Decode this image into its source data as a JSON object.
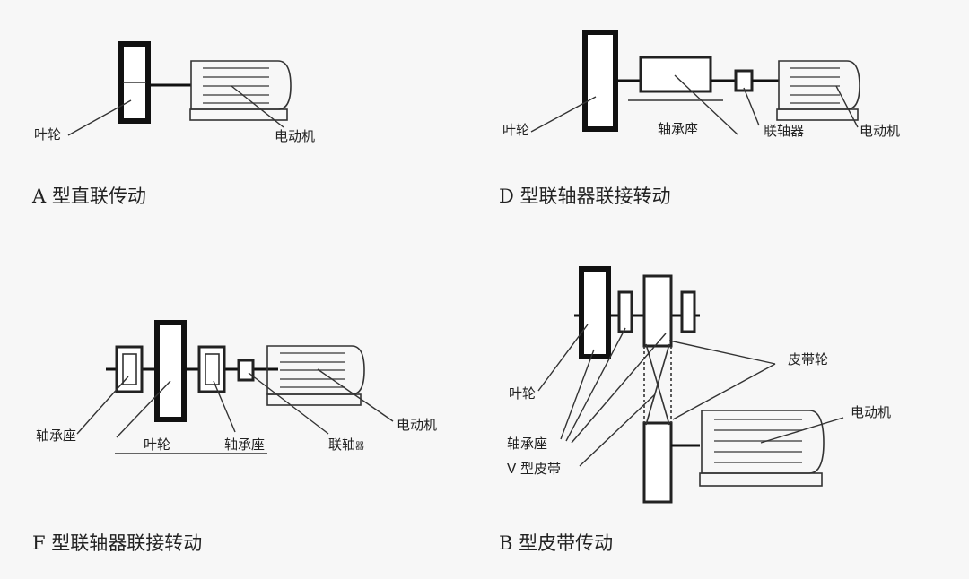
{
  "panels": {
    "a": {
      "caption": "A 型直联传动",
      "labels": {
        "impeller": "叶轮",
        "motor": "电动机"
      }
    },
    "d": {
      "caption": "D 型联轴器联接转动",
      "labels": {
        "impeller": "叶轮",
        "bearing_seat": "轴承座",
        "coupling": "联轴器",
        "motor": "电动机"
      }
    },
    "f": {
      "caption": "F 型联轴器联接转动",
      "labels": {
        "bearing_seat_left": "轴承座",
        "impeller": "叶轮",
        "bearing_seat_right": "轴承座",
        "coupling": "联轴",
        "coupling_suffix": "器",
        "motor": "电动机"
      }
    },
    "b": {
      "caption": "B 型皮带传动",
      "labels": {
        "impeller": "叶轮",
        "pulley": "皮带轮",
        "motor": "电动机",
        "bearing_seat": "轴承座",
        "v_belt": "V 型皮带"
      }
    }
  }
}
